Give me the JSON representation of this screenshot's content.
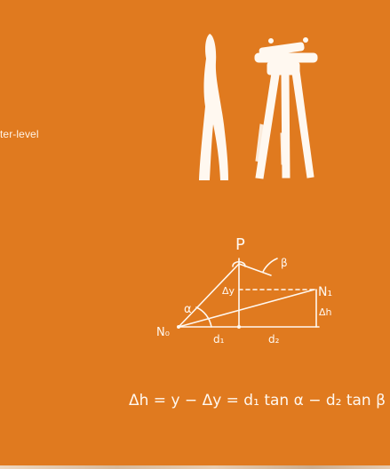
{
  "side_label": "ter-level",
  "diagram": {
    "point_top": "P",
    "angle_beta": "β",
    "delta_y": "Δy",
    "point_n1": "N₁",
    "delta_h": "Δh",
    "angle_alpha": "α",
    "point_n0": "N₀",
    "d1": "d₁",
    "d2": "d₂"
  },
  "formula": "Δh = y − Δy = d₁ tan α − d₂ tan β",
  "colors": {
    "background": "#E07A1F",
    "ink": "#FFF8F0"
  }
}
